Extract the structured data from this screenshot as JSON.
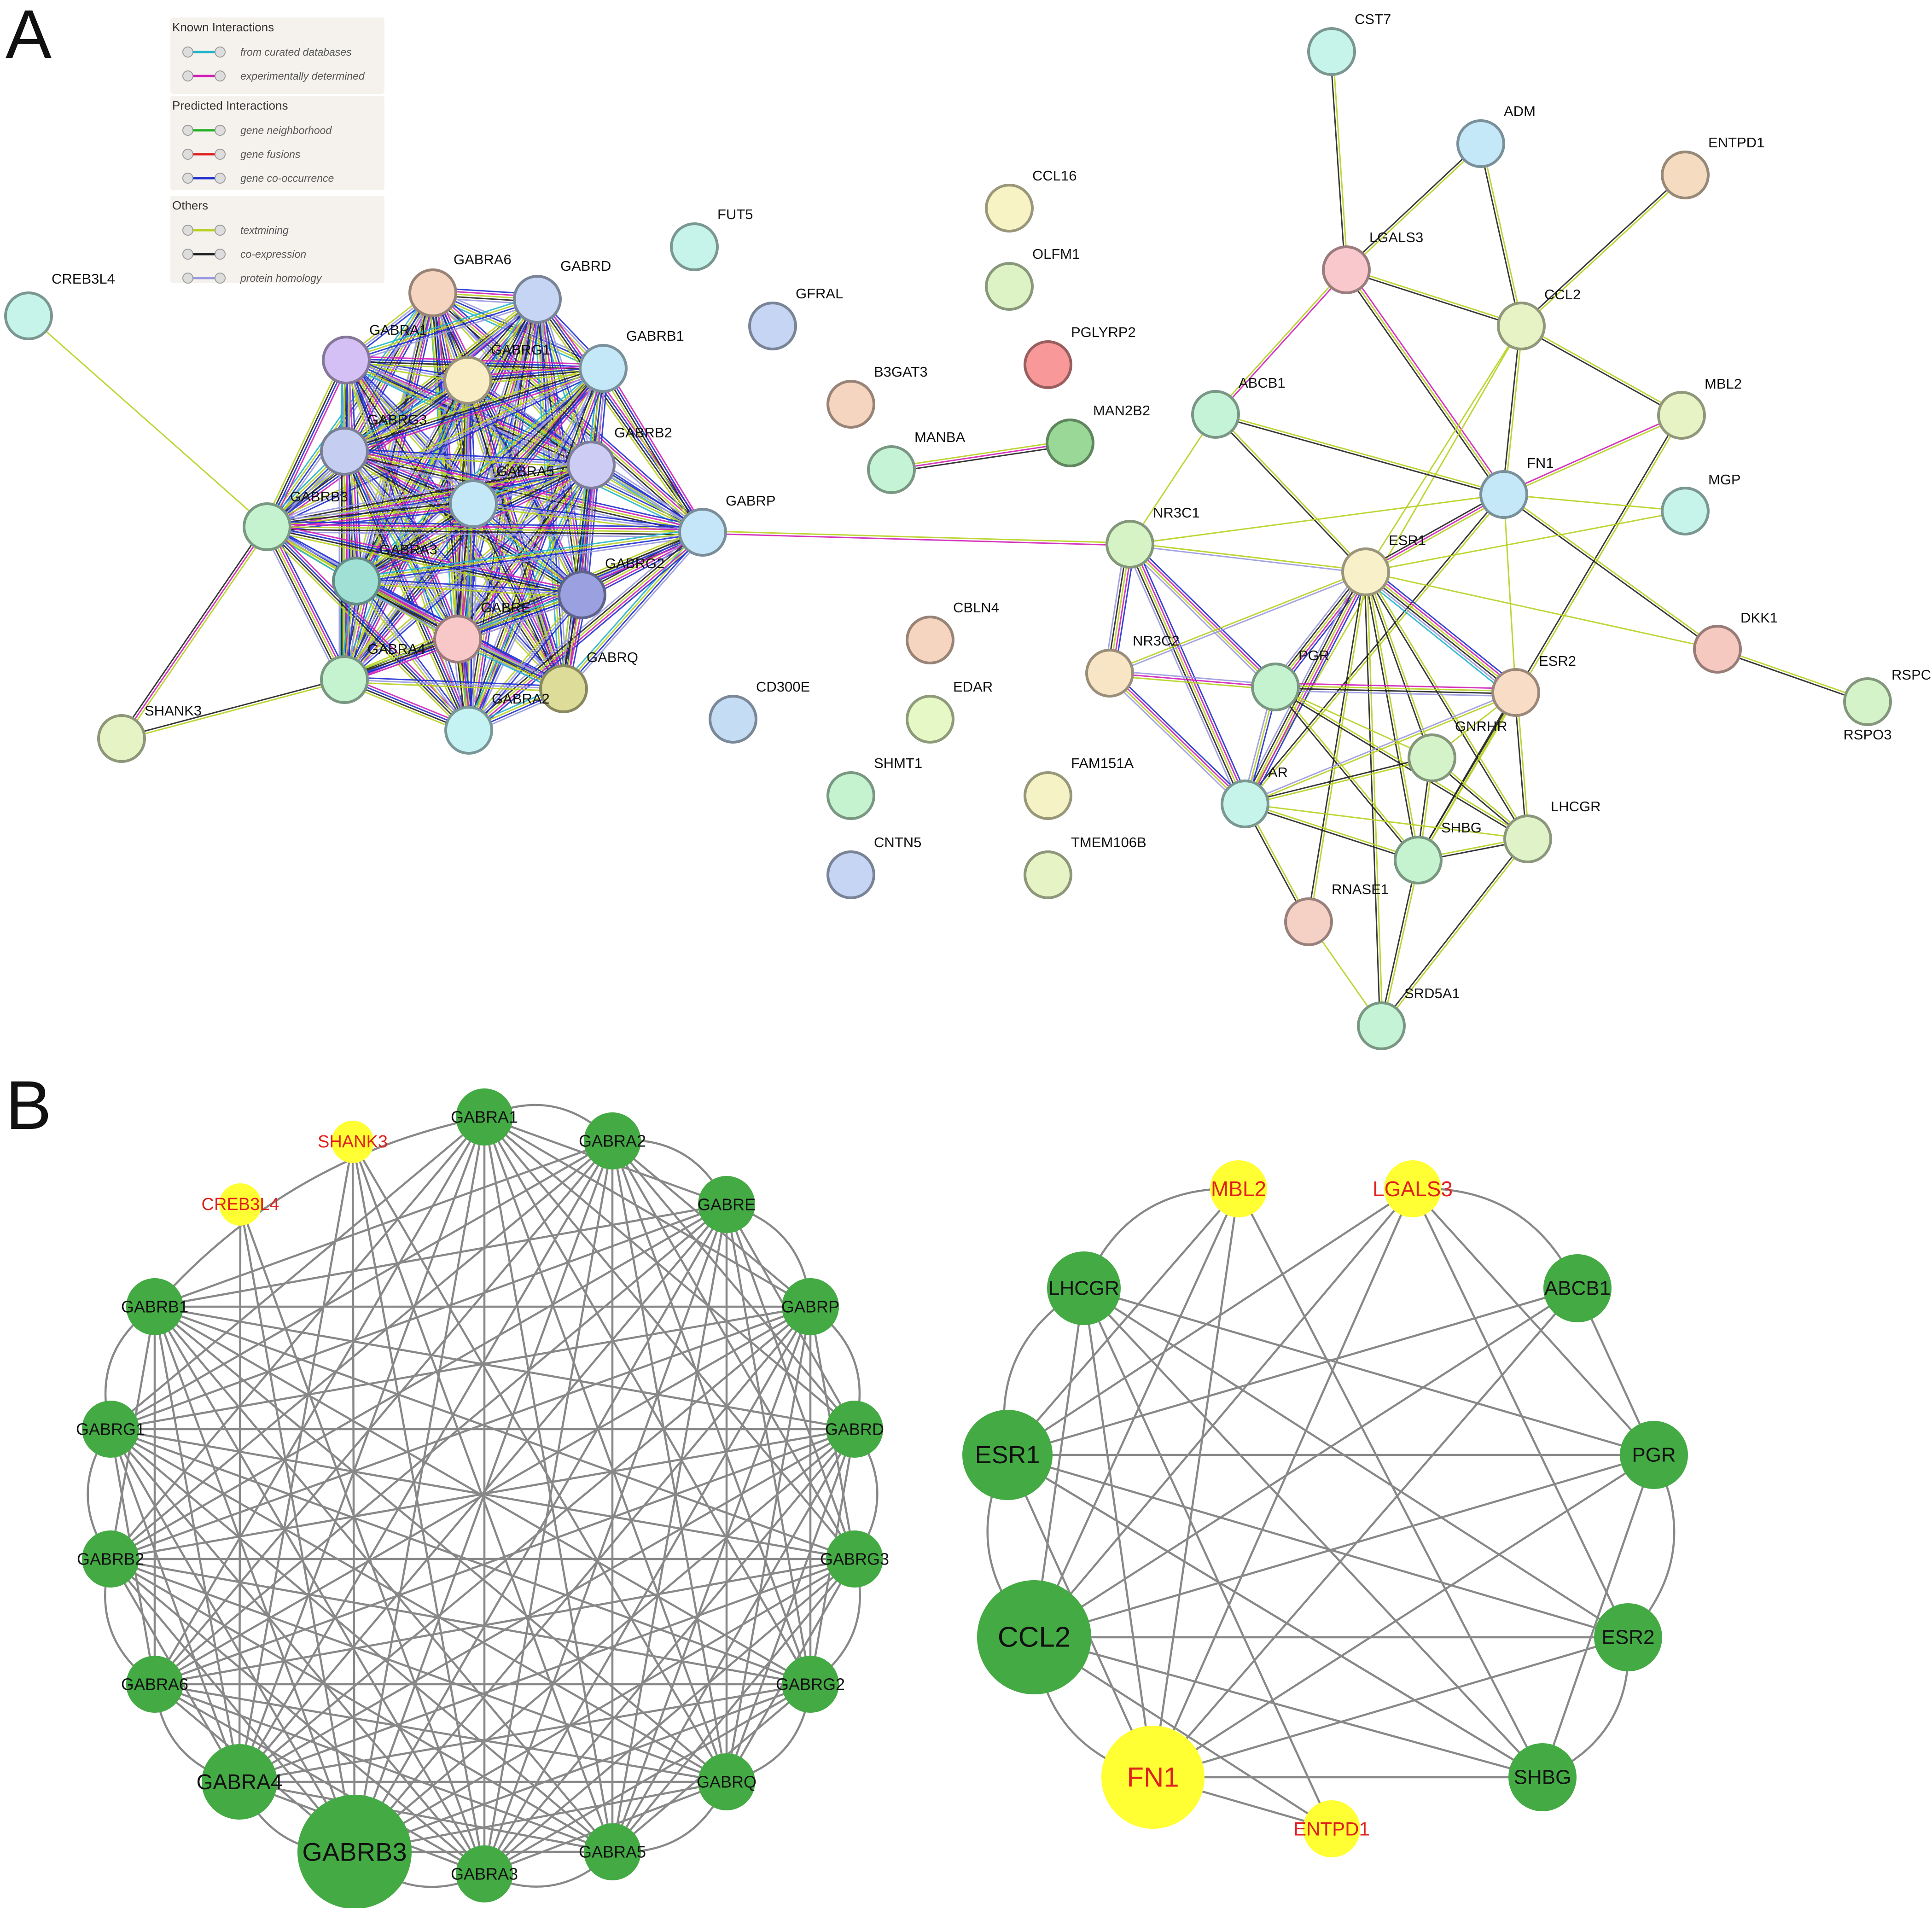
{
  "panel_a": {
    "letter": "A",
    "legend": {
      "groups": [
        {
          "title": "Known Interactions",
          "items": [
            {
              "label": "from curated databases",
              "color": "#22b5c8"
            },
            {
              "label": "experimentally determined",
              "color": "#d020b8"
            }
          ]
        },
        {
          "title": "Predicted Interactions",
          "items": [
            {
              "label": "gene neighborhood",
              "color": "#22b022"
            },
            {
              "label": "gene fusions",
              "color": "#e02020"
            },
            {
              "label": "gene co-occurrence",
              "color": "#2030d0"
            }
          ]
        },
        {
          "title": "Others",
          "items": [
            {
              "label": "textmining",
              "color": "#b8d020"
            },
            {
              "label": "co-expression",
              "color": "#222222"
            },
            {
              "label": "protein homology",
              "color": "#9a9ae0"
            }
          ]
        }
      ]
    },
    "nodes": [
      {
        "id": "CREB3L4",
        "color": "#c6f3ea"
      },
      {
        "id": "GABRA6",
        "color": "#f5d5c0"
      },
      {
        "id": "GABRD",
        "color": "#c5d5f3"
      },
      {
        "id": "GABRA1",
        "color": "#d5c0f5"
      },
      {
        "id": "GABRG1",
        "color": "#f8edc5"
      },
      {
        "id": "GABRB1",
        "color": "#c5e8f8"
      },
      {
        "id": "GABRG3",
        "color": "#c5cdf0"
      },
      {
        "id": "GABRB2",
        "color": "#ccccf5"
      },
      {
        "id": "GABRA5",
        "color": "#c5e8f8"
      },
      {
        "id": "GABRB3",
        "color": "#c5f3d0"
      },
      {
        "id": "GABRP",
        "color": "#c5e5f8"
      },
      {
        "id": "GABRA3",
        "color": "#a0e0d5"
      },
      {
        "id": "GABRG2",
        "color": "#9aa0e0"
      },
      {
        "id": "GABRE",
        "color": "#f8c8c8"
      },
      {
        "id": "GABRA4",
        "color": "#c5f3d0"
      },
      {
        "id": "GABRQ",
        "color": "#dddd99"
      },
      {
        "id": "GABRA2",
        "color": "#c5f3f3"
      },
      {
        "id": "SHANK3",
        "color": "#e5f3c5"
      },
      {
        "id": "FUT5",
        "color": "#c6f3ea"
      },
      {
        "id": "GFRAL",
        "color": "#c5d5f3"
      },
      {
        "id": "B3GAT3",
        "color": "#f5d5c0"
      },
      {
        "id": "MANBA",
        "color": "#c5f3d5"
      },
      {
        "id": "MAN2B2",
        "color": "#9ad898"
      },
      {
        "id": "CCL16",
        "color": "#f8f3c5"
      },
      {
        "id": "OLFM1",
        "color": "#ddf3c5"
      },
      {
        "id": "PGLYRP2",
        "color": "#f89898"
      },
      {
        "id": "CBLN4",
        "color": "#f5d5c0"
      },
      {
        "id": "CD300E",
        "color": "#c5dcf5"
      },
      {
        "id": "EDAR",
        "color": "#e5f8c5"
      },
      {
        "id": "SHMT1",
        "color": "#c5f3d0"
      },
      {
        "id": "FAM151A",
        "color": "#f5f3c5"
      },
      {
        "id": "CNTN5",
        "color": "#c5d5f3"
      },
      {
        "id": "TMEM106B",
        "color": "#e5f3c5"
      },
      {
        "id": "CST7",
        "color": "#c6f3ea"
      },
      {
        "id": "ADM",
        "color": "#c5e8f8"
      },
      {
        "id": "ENTPD1",
        "color": "#f5dcc0"
      },
      {
        "id": "LGALS3",
        "color": "#f8c8cc"
      },
      {
        "id": "CCL2",
        "color": "#e8f3c5"
      },
      {
        "id": "ABCB1",
        "color": "#c5f3d8"
      },
      {
        "id": "MBL2",
        "color": "#e8f3c5"
      },
      {
        "id": "FN1",
        "color": "#c5e8f8"
      },
      {
        "id": "MGP",
        "color": "#c6f3ea"
      },
      {
        "id": "NR3C1",
        "color": "#d5f3c5"
      },
      {
        "id": "ESR1",
        "color": "#f8f0c8"
      },
      {
        "id": "DKK1",
        "color": "#f5c8c0"
      },
      {
        "id": "RSPO3",
        "color": "#d5f3c8"
      },
      {
        "id": "NR3C2",
        "color": "#f8e5c5"
      },
      {
        "id": "PGR",
        "color": "#c5f3d0"
      },
      {
        "id": "ESR2",
        "color": "#f8dcc5"
      },
      {
        "id": "GNRHR",
        "color": "#d5f3c8"
      },
      {
        "id": "AR",
        "color": "#c6f3ea"
      },
      {
        "id": "LHCGR",
        "color": "#e0f3c8"
      },
      {
        "id": "SHBG",
        "color": "#c5f3d0"
      },
      {
        "id": "RNASE1",
        "color": "#f5d0c5"
      },
      {
        "id": "SRD5A1",
        "color": "#c5f3d5"
      }
    ],
    "clipped_label": "RSPC"
  },
  "panel_b": {
    "letter": "B",
    "colors": {
      "hub": "#44aa44",
      "highlight": "#ffff33",
      "highlight_text": "#e0201c",
      "edge": "#888888"
    },
    "network1": {
      "nodes": [
        {
          "label": "SHANK3",
          "hl": true
        },
        {
          "label": "CREB3L4",
          "hl": true
        },
        {
          "label": "GABRA1",
          "hl": false
        },
        {
          "label": "GABRA2",
          "hl": false
        },
        {
          "label": "GABRE",
          "hl": false
        },
        {
          "label": "GABRB1",
          "hl": false
        },
        {
          "label": "GABRP",
          "hl": false
        },
        {
          "label": "GABRG1",
          "hl": false
        },
        {
          "label": "GABRD",
          "hl": false
        },
        {
          "label": "GABRB2",
          "hl": false
        },
        {
          "label": "GABRG3",
          "hl": false
        },
        {
          "label": "GABRA6",
          "hl": false
        },
        {
          "label": "GABRG2",
          "hl": false
        },
        {
          "label": "GABRA4",
          "hl": false
        },
        {
          "label": "GABRQ",
          "hl": false
        },
        {
          "label": "GABRB3",
          "hl": false
        },
        {
          "label": "GABRA3",
          "hl": false
        },
        {
          "label": "GABRA5",
          "hl": false
        }
      ]
    },
    "network2": {
      "nodes": [
        {
          "label": "MBL2",
          "hl": true
        },
        {
          "label": "LGALS3",
          "hl": true
        },
        {
          "label": "LHCGR",
          "hl": false
        },
        {
          "label": "ABCB1",
          "hl": false
        },
        {
          "label": "ESR1",
          "hl": false
        },
        {
          "label": "PGR",
          "hl": false
        },
        {
          "label": "CCL2",
          "hl": false
        },
        {
          "label": "ESR2",
          "hl": false
        },
        {
          "label": "FN1",
          "hl": true
        },
        {
          "label": "SHBG",
          "hl": false
        },
        {
          "label": "ENTPD1",
          "hl": true
        }
      ]
    }
  }
}
